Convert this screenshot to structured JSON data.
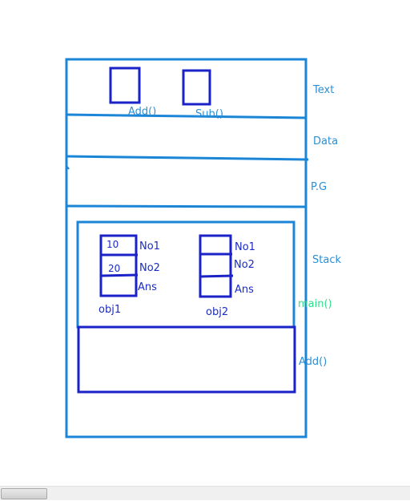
{
  "colors": {
    "segment_outline": "#1b86d8",
    "object_outline": "#1a22c8",
    "segment_label": "#2b8fd6",
    "object_label": "#1a2cc4",
    "main_label": "#2fdc8a",
    "background": "#ffffff"
  },
  "segments": {
    "text": "Text",
    "data": "Data",
    "pg": "P.G",
    "stack": "Stack"
  },
  "text_segment": {
    "add_label": "Add()",
    "sub_label": "Sub()"
  },
  "stack_frames": {
    "main_label": "main()",
    "add_label": "Add()"
  },
  "obj1": {
    "name": "obj1",
    "fields": [
      "No1",
      "No2",
      "Ans"
    ],
    "values": [
      "10",
      "20",
      ""
    ]
  },
  "obj2": {
    "name": "obj2",
    "fields": [
      "No1",
      "No2",
      "Ans"
    ],
    "values": [
      "",
      "",
      ""
    ]
  }
}
